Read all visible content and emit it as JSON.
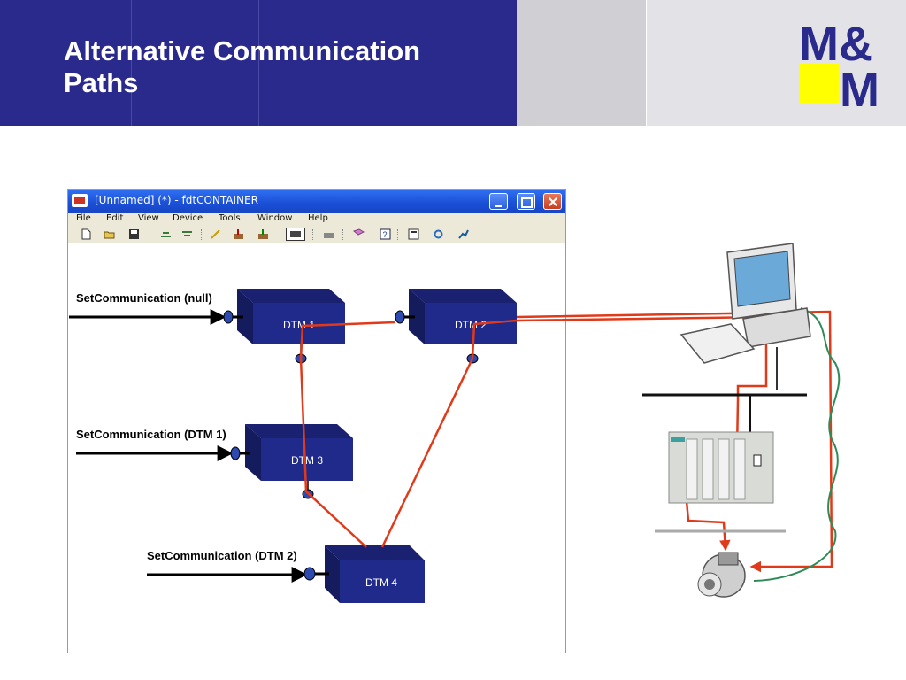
{
  "slide": {
    "title_line1": "Alternative Communication",
    "title_line2": "Paths"
  },
  "logo": {
    "text_top": "M&",
    "text_bottom": "M",
    "accent_color": "#ffff00",
    "brand_color": "#2a2a8c"
  },
  "window": {
    "title": "[Unnamed] (*)  - fdtCONTAINER",
    "menu": [
      "File",
      "Edit",
      "View",
      "Device",
      "Tools",
      "Window",
      "Help"
    ]
  },
  "diagram": {
    "labels": {
      "set_null": "SetCommunication (null)",
      "set_dtm1": "SetCommunication (DTM 1)",
      "set_dtm4": "SetCommunication (DTM 2)"
    },
    "dtms": [
      "DTM 1",
      "DTM 2",
      "DTM 3",
      "DTM 4"
    ],
    "colors": {
      "box": "#1f2a8a",
      "path": "#e03a1a",
      "wireless": "#2e8b57"
    }
  }
}
